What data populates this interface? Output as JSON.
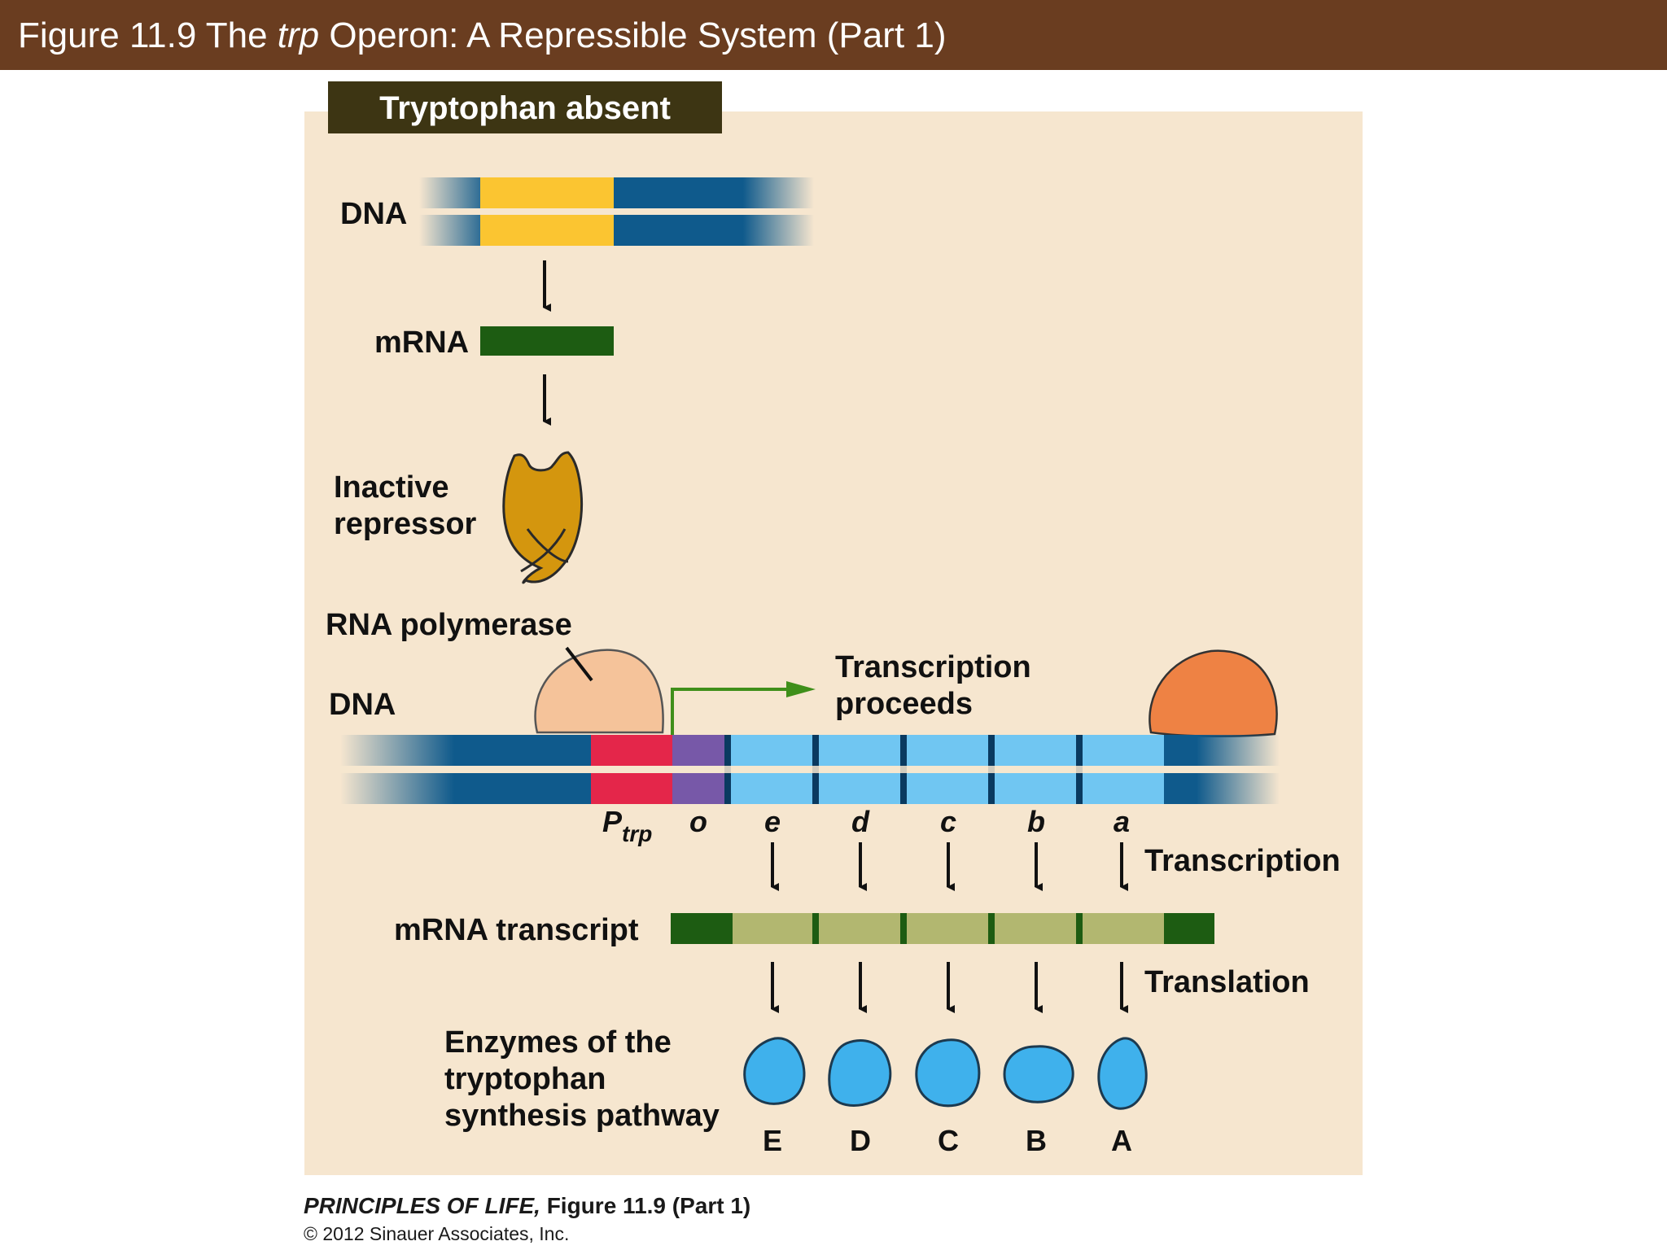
{
  "header": {
    "title_pre": "Figure 11.9  The ",
    "title_italic": "trp",
    "title_post": " Operon: A Repressible System (Part 1)",
    "background": "#6a3d20"
  },
  "panel": {
    "banner": "Tryptophan absent",
    "background": "#f6e6cf"
  },
  "regulatory_gene": {
    "dna_label": "DNA",
    "mrna_label": "mRNA",
    "repressor_label_line1": "Inactive",
    "repressor_label_line2": "repressor"
  },
  "operon": {
    "polymerase_label": "RNA polymerase",
    "dna_label": "DNA",
    "transcription_label_line1": "Transcription",
    "transcription_label_line2": "proceeds",
    "promoter_label": "P",
    "promoter_subscript": "trp",
    "operator_label": "o",
    "genes": [
      "e",
      "d",
      "c",
      "b",
      "a"
    ],
    "step1_label": "Transcription",
    "mrna_label": "mRNA transcript",
    "step2_label": "Translation",
    "enzymes_label_line1": "Enzymes of the",
    "enzymes_label_line2": "tryptophan",
    "enzymes_label_line3": "synthesis pathway",
    "enzymes": [
      "E",
      "D",
      "C",
      "B",
      "A"
    ]
  },
  "colors": {
    "dna_dark": "#0f5a8c",
    "gene_yellow": "#fbc531",
    "mrna_green": "#1d5c12",
    "repressor": "#d4960e",
    "polymerase_light": "#f5c39a",
    "polymerase_orange": "#ee8244",
    "promoter_red": "#e4264a",
    "operator_purple": "#7758a8",
    "genes_light_blue": "#70c6f2",
    "transcript_olive": "#b2b770",
    "enzyme_blue": "#3fb1ec",
    "arrow_green": "#3f8f1a"
  },
  "footer": {
    "book_title": "PRINCIPLES OF LIFE,",
    "figure_ref": " Figure 11.9 (Part 1)",
    "copyright": "© 2012 Sinauer Associates, Inc."
  }
}
